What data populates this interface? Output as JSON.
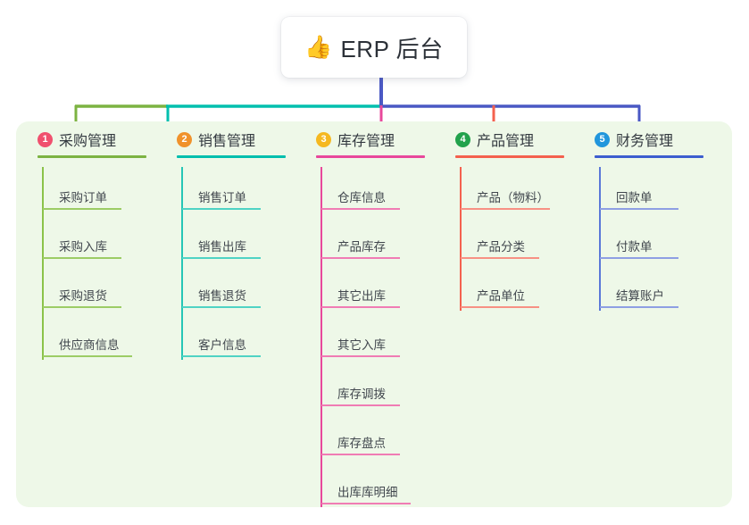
{
  "root": {
    "emoji": "👍",
    "emoji_name": "thumbs-up-emoji",
    "title": "ERP 后台",
    "stem_color": "#4a58c4"
  },
  "panel": {
    "background": "#eef8e8"
  },
  "bus": {
    "segments": [
      {
        "color": "#7cb342"
      },
      {
        "color": "#00bfae"
      },
      {
        "color": "#4a58c4"
      }
    ]
  },
  "columns": [
    {
      "number": "1",
      "badge_color": "#f0506e",
      "title": "采购管理",
      "rule_color": "#7cb342",
      "line_color": "#8bc34a",
      "item_rule_color": "#9ccc65",
      "connector_color": "#7cb342",
      "items": [
        {
          "label": "采购订单"
        },
        {
          "label": "采购入库"
        },
        {
          "label": "采购退货"
        },
        {
          "label": "供应商信息"
        }
      ]
    },
    {
      "number": "2",
      "badge_color": "#f0922b",
      "title": "销售管理",
      "rule_color": "#00bfae",
      "line_color": "#26c6b6",
      "item_rule_color": "#4fd3c4",
      "connector_color": "#00bfae",
      "items": [
        {
          "label": "销售订单"
        },
        {
          "label": "销售出库"
        },
        {
          "label": "销售退货"
        },
        {
          "label": "客户信息"
        }
      ]
    },
    {
      "number": "3",
      "badge_color": "#f5b820",
      "title": "库存管理",
      "rule_color": "#e8489b",
      "line_color": "#e8489b",
      "item_rule_color": "#f07cb4",
      "connector_color": "#e8489b",
      "items": [
        {
          "label": "仓库信息"
        },
        {
          "label": "产品库存"
        },
        {
          "label": "其它出库"
        },
        {
          "label": "其它入库"
        },
        {
          "label": "库存调拨"
        },
        {
          "label": "库存盘点"
        },
        {
          "label": "出库库明细"
        }
      ]
    },
    {
      "number": "4",
      "badge_color": "#22a24c",
      "title": "产品管理",
      "rule_color": "#f4614e",
      "line_color": "#f4614e",
      "item_rule_color": "#f79184",
      "connector_color": "#f4614e",
      "items": [
        {
          "label": "产品（物料）"
        },
        {
          "label": "产品分类"
        },
        {
          "label": "产品单位"
        }
      ]
    },
    {
      "number": "5",
      "badge_color": "#2196dc",
      "title": "财务管理",
      "rule_color": "#3d5ecf",
      "line_color": "#5a78d8",
      "item_rule_color": "#8e9fe3",
      "connector_color": "#4a58c4",
      "items": [
        {
          "label": "回款单"
        },
        {
          "label": "付款单"
        },
        {
          "label": "结算账户"
        }
      ]
    }
  ]
}
